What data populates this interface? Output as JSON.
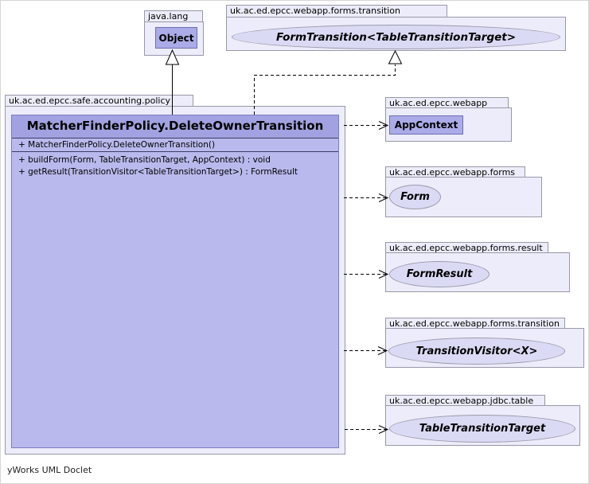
{
  "diagram": {
    "credit": "yWorks UML Doclet",
    "colors": {
      "package_fill": "#ececfa",
      "package_border": "#9898a8",
      "class_fill": "#b9b9ed",
      "class_title_fill": "#a2a2e2",
      "small_class_fill": "#ababe8",
      "interface_ellipse_fill": "#dadaf5",
      "class_border": "#7c7cc4"
    },
    "packages": {
      "java_lang": {
        "name": "java.lang",
        "class_name": "Object"
      },
      "forms_transition_top": {
        "name": "uk.ac.ed.epcc.webapp.forms.transition",
        "interface_name": "FormTransition<TableTransitionTarget>"
      },
      "policy": {
        "name": "uk.ac.ed.epcc.safe.accounting.policy",
        "main_class": {
          "title": "MatcherFinderPolicy.DeleteOwnerTransition",
          "constructors": [
            "+ MatcherFinderPolicy.DeleteOwnerTransition()"
          ],
          "methods": [
            "+ buildForm(Form, TableTransitionTarget, AppContext) : void",
            "+ getResult(TransitionVisitor<TableTransitionTarget>) : FormResult"
          ]
        }
      },
      "webapp": {
        "name": "uk.ac.ed.epcc.webapp",
        "class_name": "AppContext"
      },
      "forms": {
        "name": "uk.ac.ed.epcc.webapp.forms",
        "interface_name": "Form"
      },
      "forms_result": {
        "name": "uk.ac.ed.epcc.webapp.forms.result",
        "interface_name": "FormResult"
      },
      "forms_transition_right": {
        "name": "uk.ac.ed.epcc.webapp.forms.transition",
        "interface_name": "TransitionVisitor<X>"
      },
      "jdbc_table": {
        "name": "uk.ac.ed.epcc.webapp.jdbc.table",
        "interface_name": "TableTransitionTarget"
      }
    }
  }
}
